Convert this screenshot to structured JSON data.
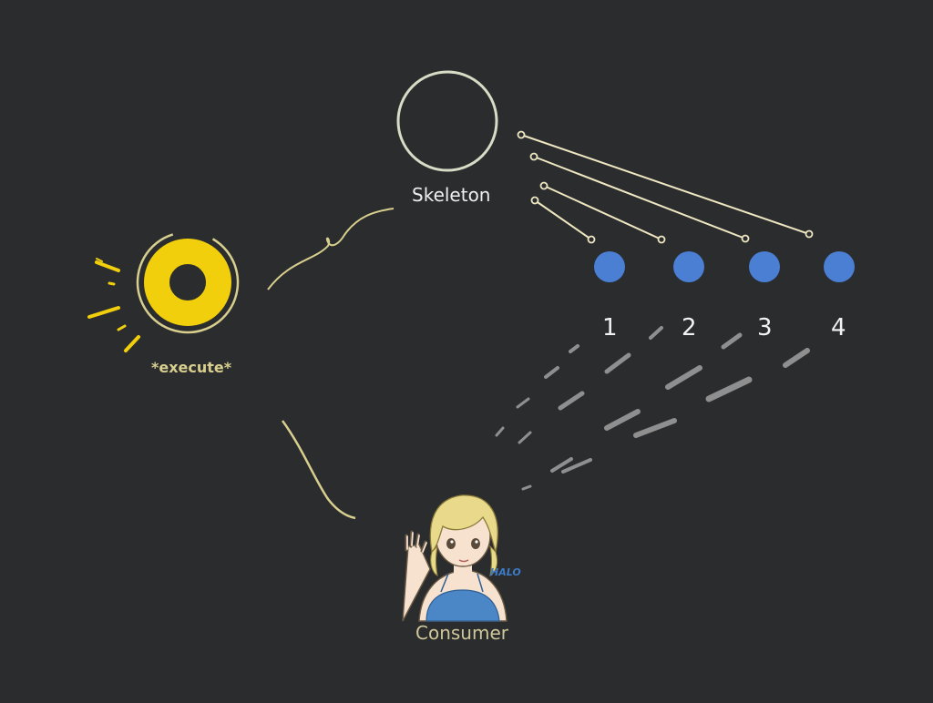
{
  "labels": {
    "skeleton": "Skeleton",
    "execute": "*execute*",
    "consumer": "Consumer",
    "halo": "HALO"
  },
  "nodes": [
    {
      "label": "1"
    },
    {
      "label": "2"
    },
    {
      "label": "3"
    },
    {
      "label": "4"
    }
  ],
  "colors": {
    "background": "#2b2c2e",
    "node_blue": "#4a7fd4",
    "execute_yellow": "#f2cf0c",
    "connector": "#efe7c2",
    "skeleton_ring": "#d7dcc6",
    "swoosh": "#8f8f8f"
  },
  "icons": [
    "skeleton-ring-icon",
    "execute-spinner-icon",
    "consumer-avatar-icon"
  ]
}
